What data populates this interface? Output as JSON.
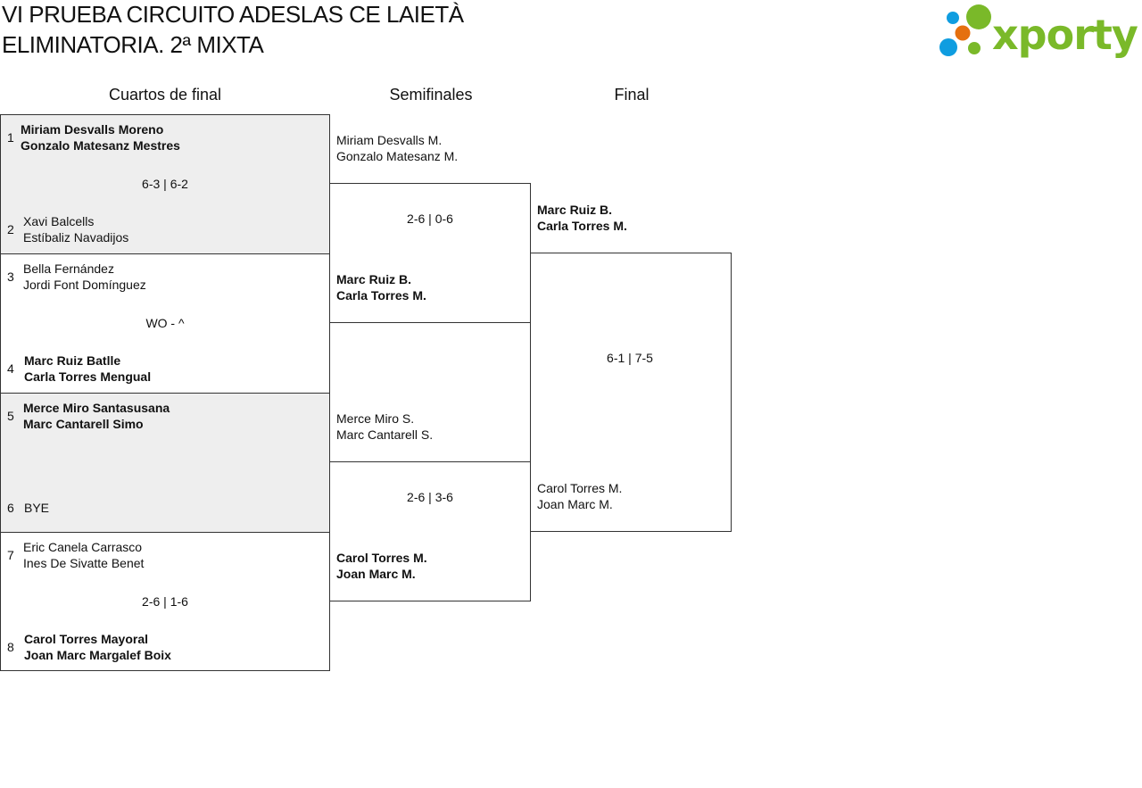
{
  "title_line1": "VI PRUEBA CIRCUITO ADESLAS CE LAIETÀ",
  "title_line2": "ELIMINATORIA. 2ª MIXTA",
  "logo_text": "xporty",
  "rounds": [
    "Cuartos de final",
    "Semifinales",
    "Final"
  ],
  "quarterfinals": [
    {
      "score": "6-3 | 6-2",
      "top": {
        "seed": "1",
        "p1": "Miriam Desvalls Moreno",
        "p2": "Gonzalo Matesanz Mestres"
      },
      "bottom": {
        "seed": "2",
        "p1": "Xavi Balcells",
        "p2": "Estíbaliz Navadijos"
      }
    },
    {
      "score": "WO - ^",
      "top": {
        "seed": "3",
        "p1": "Bella Fernández",
        "p2": "Jordi Font Domínguez"
      },
      "bottom": {
        "seed": "4",
        "p1": "Marc Ruiz Batlle",
        "p2": "Carla Torres Mengual"
      }
    },
    {
      "score": "",
      "top": {
        "seed": "5",
        "p1": "Merce Miro Santasusana",
        "p2": "Marc Cantarell Simo"
      },
      "bottom": {
        "seed": "6",
        "p1": "BYE",
        "p2": ""
      }
    },
    {
      "score": "2-6 | 1-6",
      "top": {
        "seed": "7",
        "p1": "Eric Canela Carrasco",
        "p2": "Ines De Sivatte Benet"
      },
      "bottom": {
        "seed": "8",
        "p1": "Carol Torres Mayoral",
        "p2": "Joan Marc Margalef Boix"
      }
    }
  ],
  "semifinals": [
    {
      "score": "2-6 | 0-6",
      "top": {
        "p1": "Miriam Desvalls M.",
        "p2": "Gonzalo Matesanz M."
      },
      "bottom": {
        "p1": "Marc Ruiz B.",
        "p2": "Carla Torres M."
      }
    },
    {
      "score": "2-6 | 3-6",
      "top": {
        "p1": "Merce Miro S.",
        "p2": "Marc Cantarell S."
      },
      "bottom": {
        "p1": "Carol Torres M.",
        "p2": "Joan Marc M."
      }
    }
  ],
  "final": {
    "score": "6-1 | 7-5",
    "top": {
      "p1": "Marc Ruiz B.",
      "p2": "Carla Torres M."
    },
    "bottom": {
      "p1": "Carol Torres M.",
      "p2": "Joan Marc M."
    }
  },
  "colors": {
    "logo_green": "#7ab929",
    "logo_blue": "#0f9de0",
    "logo_orange": "#e5700f"
  }
}
